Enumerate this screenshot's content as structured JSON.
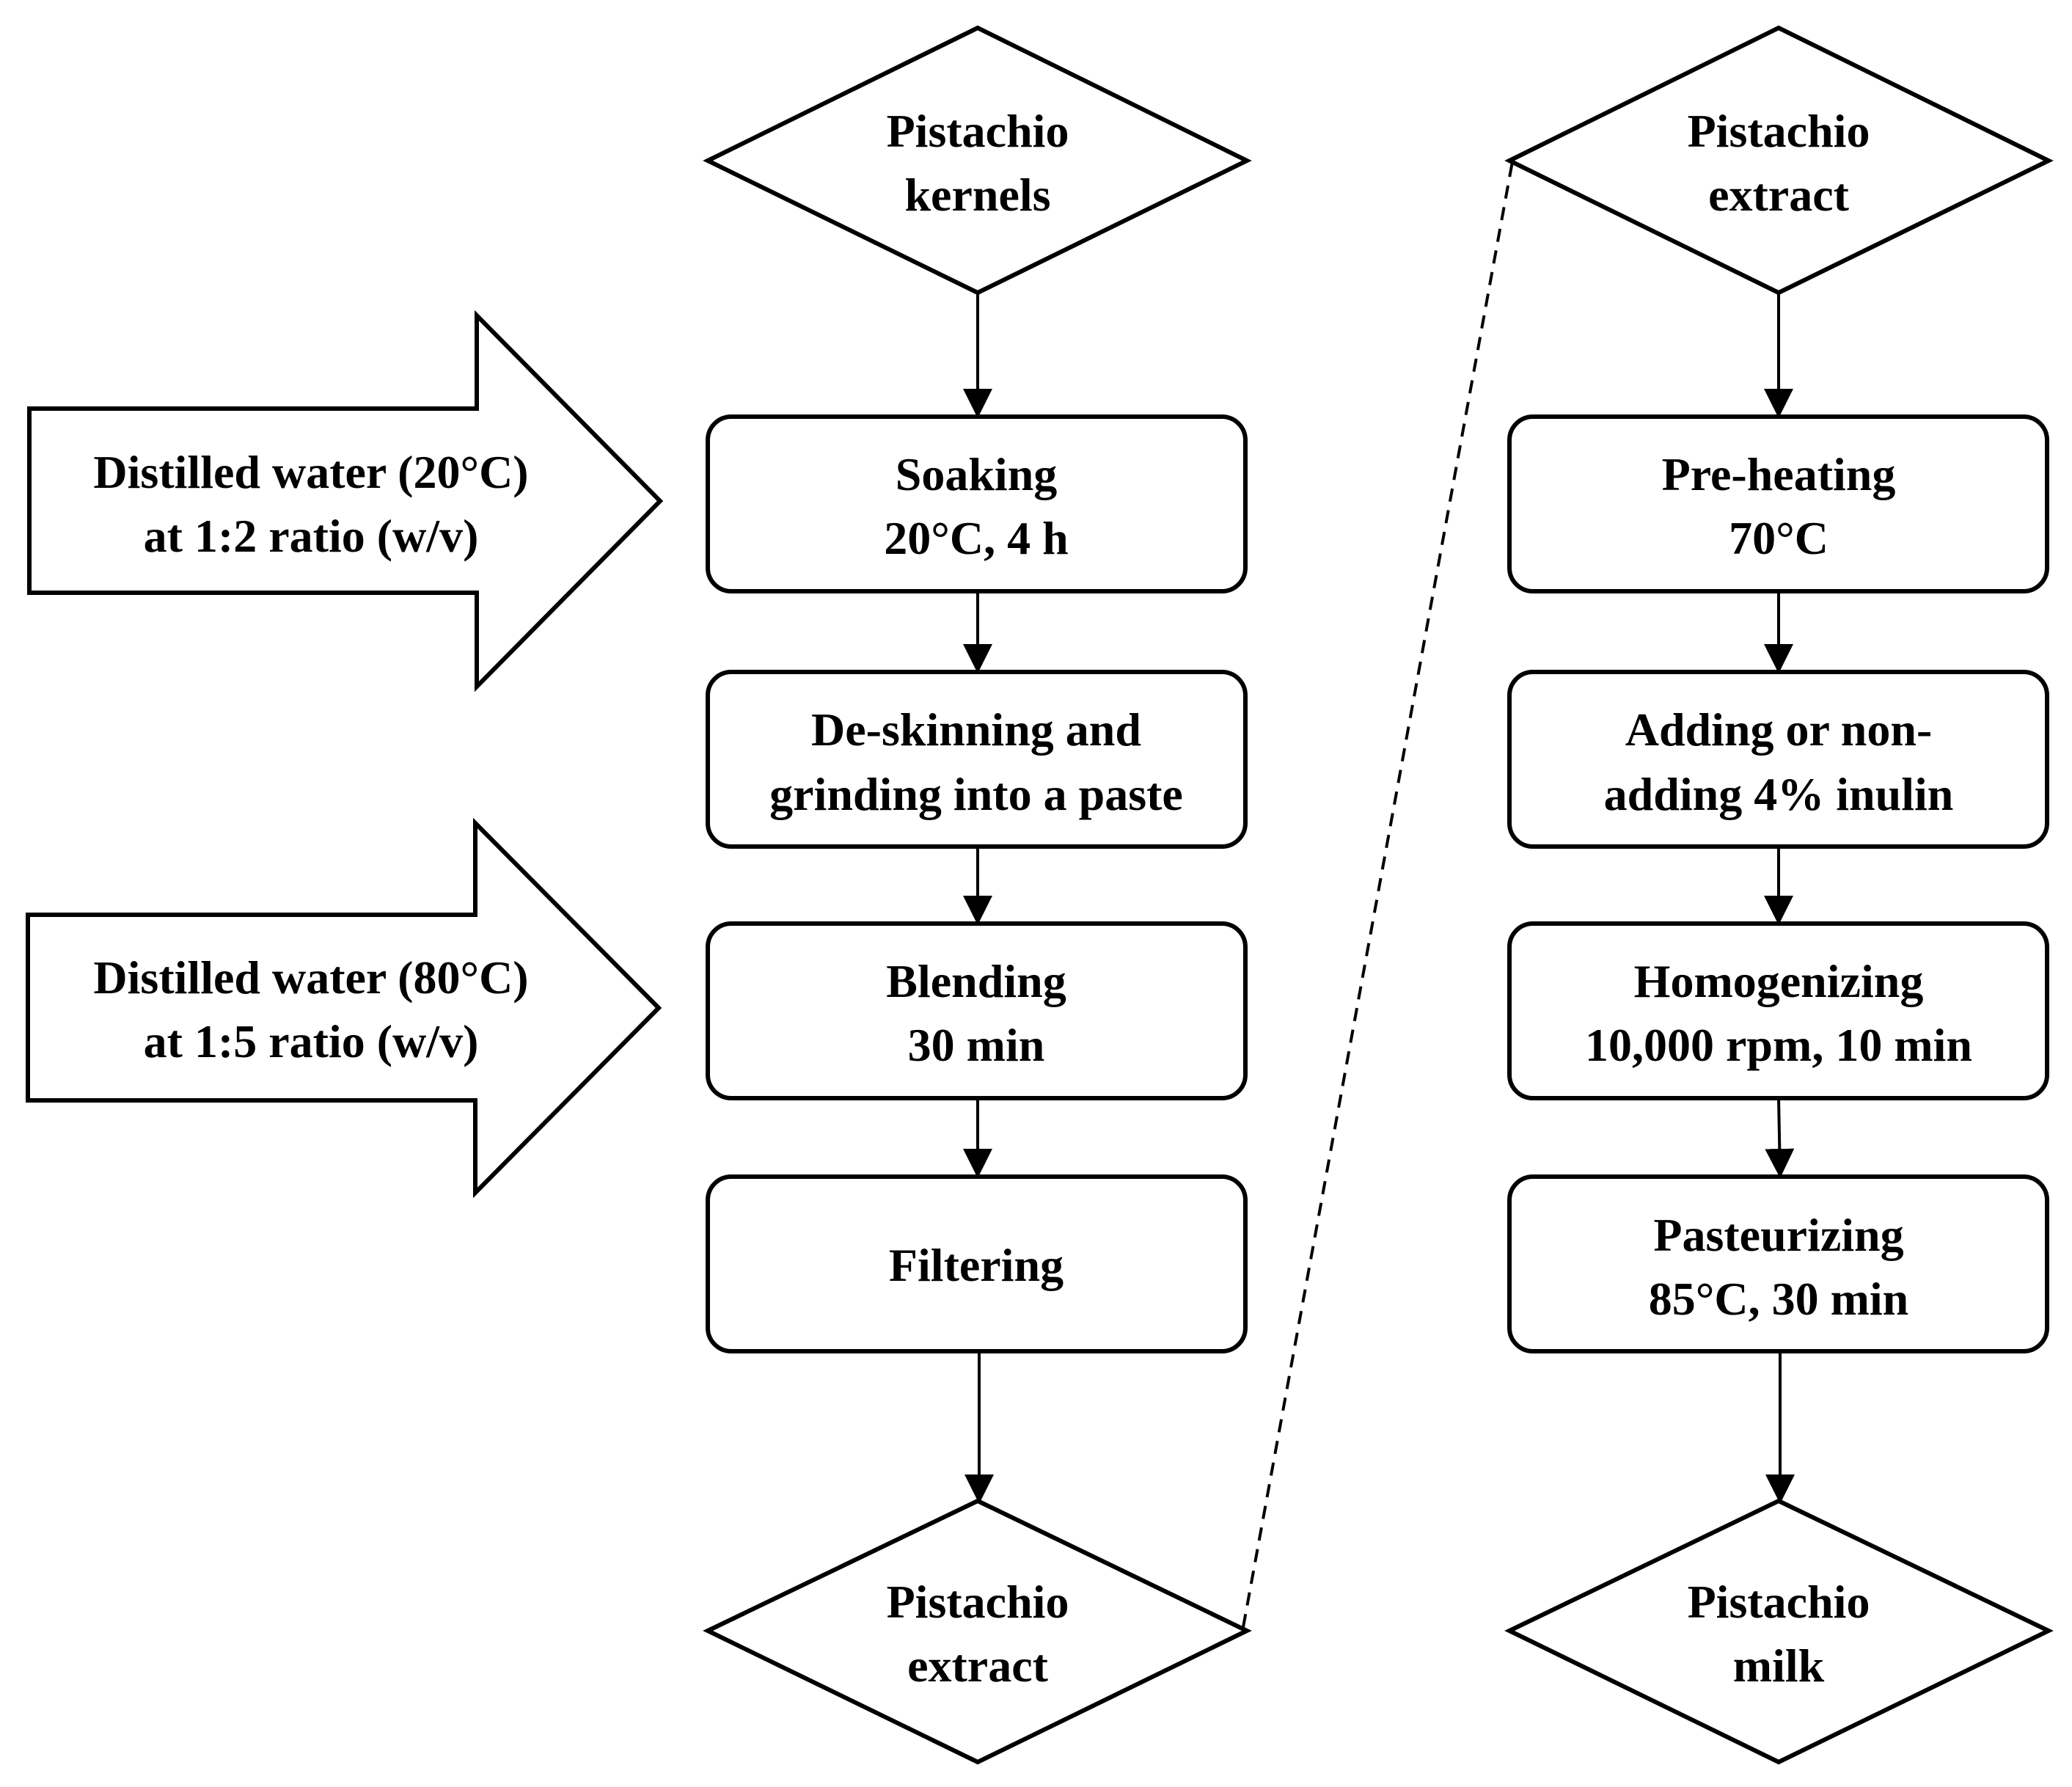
{
  "inputs": {
    "water_20": {
      "line1": "Distilled water (20°C)",
      "line2": "at 1:2 ratio (w/v)"
    },
    "water_80": {
      "line1": "Distilled water (80°C)",
      "line2": "at 1:5 ratio (w/v)"
    }
  },
  "left_column": {
    "start": {
      "line1": "Pistachio",
      "line2": "kernels"
    },
    "soaking": {
      "line1": "Soaking",
      "line2": "20°C, 4 h"
    },
    "deskinning": {
      "line1": "De-skinning and",
      "line2": "grinding into a paste"
    },
    "blending": {
      "line1": "Blending",
      "line2": "30 min"
    },
    "filtering": {
      "line1": "Filtering"
    },
    "end": {
      "line1": "Pistachio",
      "line2": "extract"
    }
  },
  "right_column": {
    "start": {
      "line1": "Pistachio",
      "line2": "extract"
    },
    "preheating": {
      "line1": "Pre-heating",
      "line2": "70°C"
    },
    "inulin": {
      "line1": "Adding or non-",
      "line2": "adding 4% inulin"
    },
    "homogenizing": {
      "line1": "Homogenizing",
      "line2": "10,000 rpm, 10 min"
    },
    "pasteurizing": {
      "line1": "Pasteurizing",
      "line2": "85°C, 30 min"
    },
    "end": {
      "line1": "Pistachio",
      "line2": "milk"
    }
  }
}
